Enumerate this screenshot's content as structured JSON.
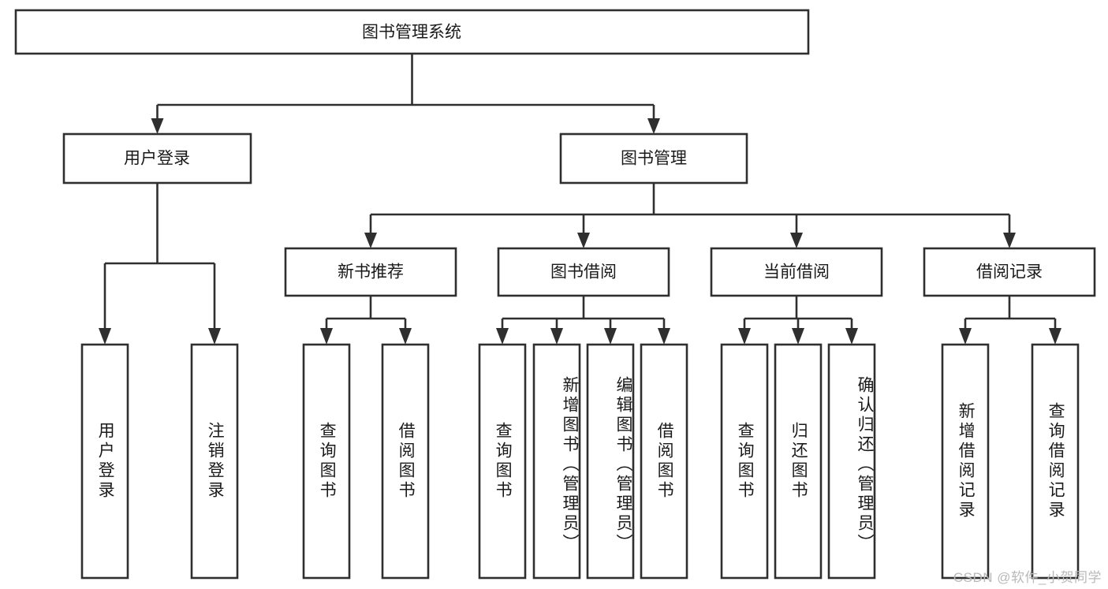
{
  "diagram": {
    "type": "tree-hierarchy-chart",
    "title": "图书管理系统",
    "orientation": "top-down",
    "colors": {
      "box_fill": "#ffffff",
      "box_stroke": "#2f2f2f",
      "text": "#1a1a1a",
      "background": "#ffffff",
      "watermark": "#b9b9b9"
    },
    "levels": [
      {
        "level": 1,
        "nodes": [
          {
            "id": "root",
            "label": "图书管理系统",
            "orientation": "horizontal"
          }
        ]
      },
      {
        "level": 2,
        "nodes": [
          {
            "id": "login",
            "label": "用户登录",
            "orientation": "horizontal",
            "parent": "root"
          },
          {
            "id": "book-mgmt",
            "label": "图书管理",
            "orientation": "horizontal",
            "parent": "root"
          }
        ]
      },
      {
        "level": 3,
        "nodes": [
          {
            "id": "new-book-rec",
            "label": "新书推荐",
            "orientation": "horizontal",
            "parent": "book-mgmt"
          },
          {
            "id": "book-borrow",
            "label": "图书借阅",
            "orientation": "horizontal",
            "parent": "book-mgmt"
          },
          {
            "id": "current-borrow",
            "label": "当前借阅",
            "orientation": "horizontal",
            "parent": "book-mgmt"
          },
          {
            "id": "borrow-record",
            "label": "借阅记录",
            "orientation": "horizontal",
            "parent": "book-mgmt"
          }
        ]
      },
      {
        "level": 4,
        "nodes": [
          {
            "id": "leaf-1",
            "label": "用户登录",
            "orientation": "vertical",
            "parent": "login"
          },
          {
            "id": "leaf-2",
            "label": "注销登录",
            "orientation": "vertical",
            "parent": "login"
          },
          {
            "id": "leaf-3",
            "label": "查询图书",
            "orientation": "vertical",
            "parent": "new-book-rec"
          },
          {
            "id": "leaf-4",
            "label": "借阅图书",
            "orientation": "vertical",
            "parent": "new-book-rec"
          },
          {
            "id": "leaf-5",
            "label": "查询图书",
            "orientation": "vertical",
            "parent": "book-borrow"
          },
          {
            "id": "leaf-6",
            "label": "新增图书（管理员）",
            "orientation": "vertical",
            "parent": "book-borrow"
          },
          {
            "id": "leaf-7",
            "label": "编辑图书（管理员）",
            "orientation": "vertical",
            "parent": "book-borrow"
          },
          {
            "id": "leaf-8",
            "label": "借阅图书",
            "orientation": "vertical",
            "parent": "book-borrow"
          },
          {
            "id": "leaf-9",
            "label": "查询图书",
            "orientation": "vertical",
            "parent": "current-borrow"
          },
          {
            "id": "leaf-10",
            "label": "归还图书",
            "orientation": "vertical",
            "parent": "current-borrow"
          },
          {
            "id": "leaf-11",
            "label": "确认归还（管理员）",
            "orientation": "vertical",
            "parent": "current-borrow"
          },
          {
            "id": "leaf-12",
            "label": "新增借阅记录",
            "orientation": "vertical",
            "parent": "borrow-record"
          },
          {
            "id": "leaf-13",
            "label": "查询借阅记录",
            "orientation": "vertical",
            "parent": "borrow-record"
          }
        ]
      }
    ],
    "labels": {
      "root": "图书管理系统",
      "login": "用户登录",
      "book_mgmt": "图书管理",
      "new_book_rec": "新书推荐",
      "book_borrow": "图书借阅",
      "current_borrow": "当前借阅",
      "borrow_record": "借阅记录",
      "leaf_1": "用户登录",
      "leaf_2": "注销登录",
      "leaf_3": "查询图书",
      "leaf_4": "借阅图书",
      "leaf_5": "查询图书",
      "leaf_6": "新增图书（管理员）",
      "leaf_7": "编辑图书（管理员）",
      "leaf_8": "借阅图书",
      "leaf_9": "查询图书",
      "leaf_10": "归还图书",
      "leaf_11": "确认归还（管理员）",
      "leaf_12": "新增借阅记录",
      "leaf_13": "查询借阅记录"
    }
  },
  "watermark": {
    "text": "CSDN @软件_小贺同学"
  }
}
